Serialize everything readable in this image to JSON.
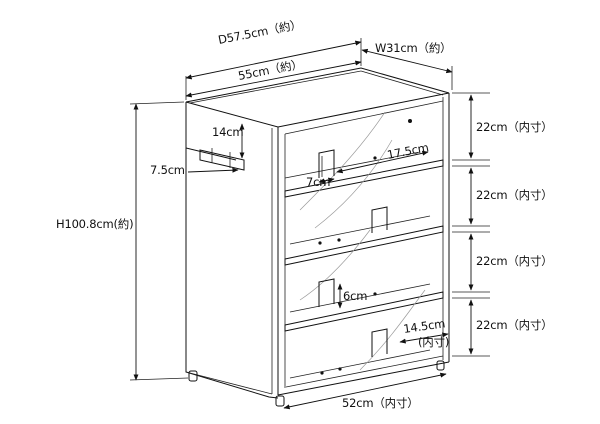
{
  "dimensions": {
    "depth_total": "D57.5cm（約）",
    "width": "W31cm（約）",
    "depth_55": "55cm（約）",
    "height": "H100.8cm(約)",
    "bracket_14": "14cm",
    "bracket_7_5": "7.5cm",
    "hook_7": "7cm",
    "hook_17_5": "17.5cm",
    "hook_6": "6cm",
    "shelf_14_5": "14.5cm",
    "shelf_14_5_sub": "(内寸)",
    "bottom_width": "52cm（内寸）",
    "tier1": "22cm（内寸）",
    "tier2": "22cm（内寸）",
    "tier3": "22cm（内寸）",
    "tier4": "22cm（内寸）"
  }
}
